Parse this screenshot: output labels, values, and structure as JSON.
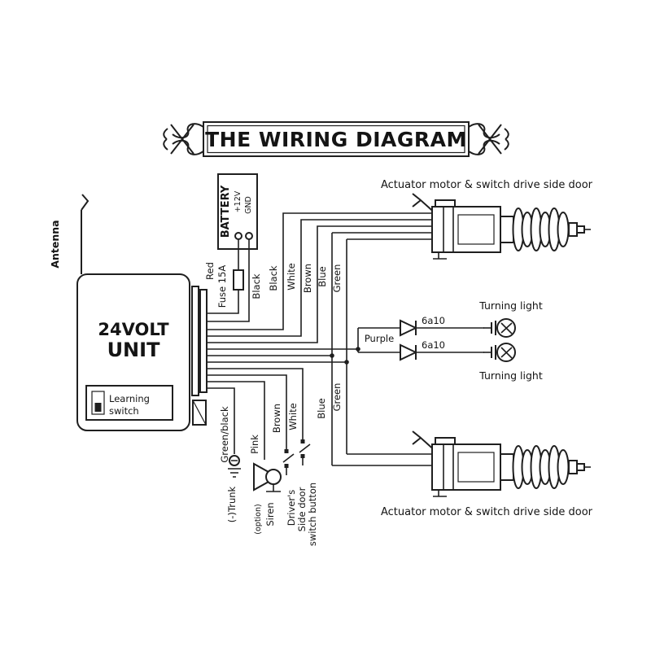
{
  "title": "THE WIRING DIAGRAM",
  "antenna_label": "Antenna",
  "unit": {
    "line1": "24VOLT",
    "line2": "UNIT",
    "learning1": "Learning",
    "learning2": "switch"
  },
  "battery": {
    "name": "BATTERY",
    "pos": "+12V",
    "gnd": "GND",
    "red": "Red",
    "fuse": "Fuse 15A",
    "black": "Black"
  },
  "wires": {
    "black_top": "Black",
    "white_top": "White",
    "brown_top": "Brown",
    "blue_top": "Blue",
    "green_top": "Green",
    "purple": "Purple",
    "green_bottom": "Green",
    "blue_bottom": "Blue",
    "white_bottom": "White",
    "brown_bottom": "Brown",
    "pink": "Pink",
    "green_black": "Green/black"
  },
  "actuator_top_label": "Actuator motor & switch drive side door",
  "actuator_bottom_label": "Actuator motor & switch drive side door",
  "lights": {
    "diode_top": "6a10",
    "diode_bottom": "6a10",
    "top": "Turning light",
    "bottom": "Turning light"
  },
  "accessories": {
    "trunk": "(-)Trunk",
    "siren": "Siren",
    "siren_option": "(option)",
    "driver1": "Driver's",
    "driver2": "Side door",
    "driver3": "switch button"
  }
}
